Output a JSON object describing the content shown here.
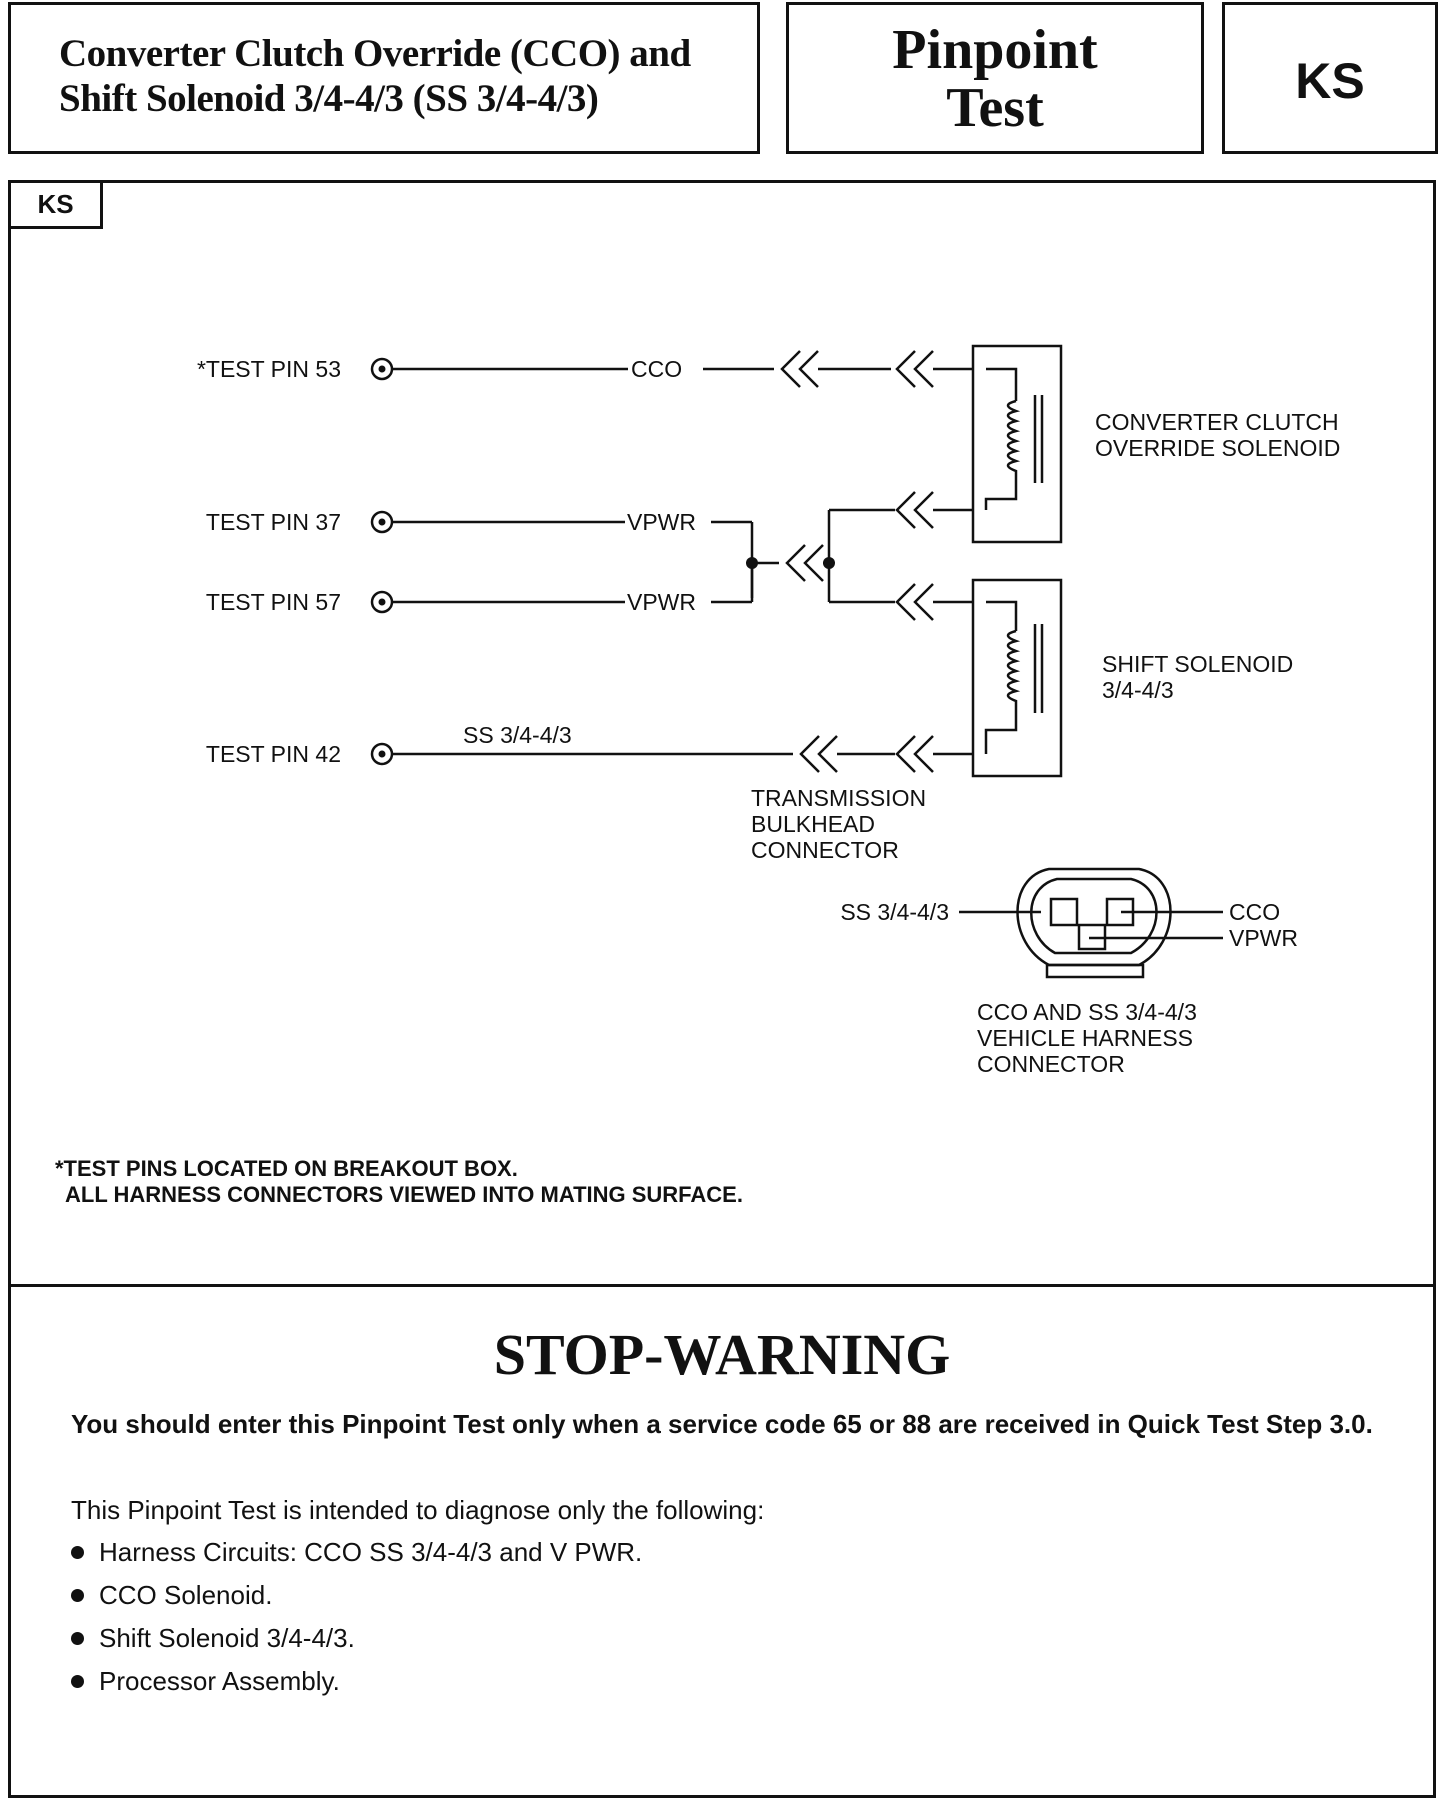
{
  "header": {
    "title_line1": "Converter Clutch Override (CCO) and",
    "title_line2": "Shift Solenoid 3/4-4/3 (SS 3/4-4/3)",
    "pinpoint_line1": "Pinpoint",
    "pinpoint_line2": "Test",
    "test_code": "KS"
  },
  "diagram": {
    "tab_label": "KS",
    "pins": [
      {
        "label": "*TEST PIN 53",
        "wire": "CCO"
      },
      {
        "label": "TEST PIN 37",
        "wire": "VPWR"
      },
      {
        "label": "TEST PIN 57",
        "wire": "VPWR"
      },
      {
        "label": "TEST PIN 42",
        "wire": "SS 3/4-4/3"
      }
    ],
    "cco_solenoid_line1": "CONVERTER CLUTCH",
    "cco_solenoid_line2": "OVERRIDE SOLENOID",
    "shift_solenoid_line1": "SHIFT SOLENOID",
    "shift_solenoid_line2": "3/4-4/3",
    "bulkhead_line1": "TRANSMISSION",
    "bulkhead_line2": "BULKHEAD",
    "bulkhead_line3": "CONNECTOR",
    "harness_left_label": "SS 3/4-4/3",
    "harness_right_label1": "CCO",
    "harness_right_label2": "VPWR",
    "harness_line1": "CCO AND SS 3/4-4/3",
    "harness_line2": "VEHICLE HARNESS",
    "harness_line3": "CONNECTOR",
    "note_line1": "*TEST PINS LOCATED ON BREAKOUT BOX.",
    "note_line2": "ALL HARNESS CONNECTORS VIEWED INTO MATING SURFACE."
  },
  "warning": {
    "title": "STOP-WARNING",
    "bold_text": "You should enter this Pinpoint Test only when a service code 65 or 88 are received in Quick Test Step 3.0.",
    "intro": "This Pinpoint Test is intended to diagnose only the following:",
    "items": [
      "Harness Circuits: CCO SS 3/4-4/3 and V PWR.",
      "CCO Solenoid.",
      "Shift Solenoid 3/4-4/3.",
      "Processor Assembly."
    ]
  }
}
